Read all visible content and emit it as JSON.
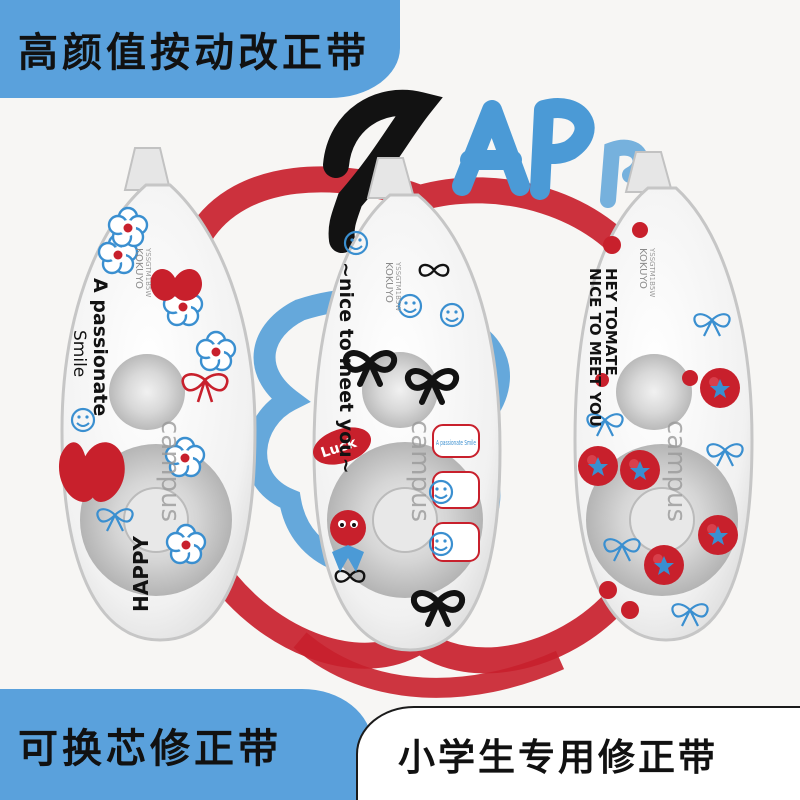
{
  "banners": {
    "top": "高颜值按动改正带",
    "bottom_left": "可换芯修正带",
    "bottom_right": "小学生专用修正带"
  },
  "background": {
    "lettering": "APP"
  },
  "products": [
    {
      "name": "left-tape",
      "printed_text": [
        "A passionate",
        "Smile",
        "HAPPY",
        "KOKUYO",
        "campus",
        "YSSGTM1B5W"
      ]
    },
    {
      "name": "middle-tape",
      "printed_text": [
        "~nice to meet you~",
        "Luck",
        "A passionate Smile",
        "KOKUYO",
        "campus",
        "YSSGTM1B5W"
      ]
    },
    {
      "name": "right-tape",
      "printed_text": [
        "HEY TOMATE",
        "NICE TO MEET YOU",
        "KOKUYO",
        "campus",
        "YSSGTM1B5W"
      ]
    }
  ],
  "colors": {
    "banner_blue": "#5aa1dc",
    "apple_red": "#c8202c",
    "sky_blue": "#4b9ad6",
    "ink_black": "#121212"
  }
}
